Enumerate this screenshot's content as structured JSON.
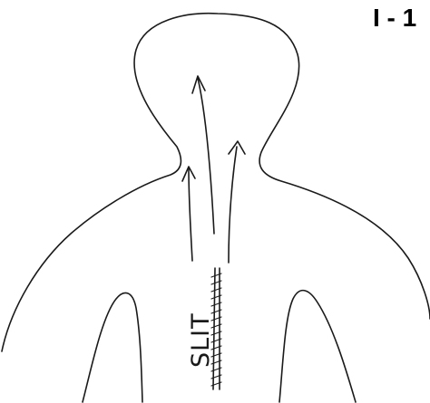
{
  "figure_id": "I - 1",
  "slit_label": "SLIT",
  "colors": {
    "ink": "#1a1a1a",
    "background": "#ffffff"
  },
  "icons": [
    "human-torso-outline",
    "arrow-up-icon",
    "slit-mark-icon"
  ]
}
